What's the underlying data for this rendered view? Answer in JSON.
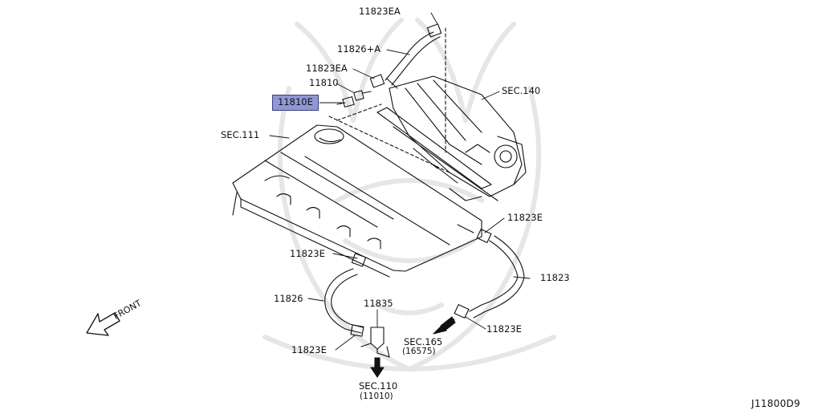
{
  "labels": {
    "p11823EA_top": "11823EA",
    "p11826A": "11826+A",
    "p11823EA_mid": "11823EA",
    "p11810": "11810",
    "p11810E": "11810E",
    "sec111": "SEC.111",
    "sec140": "SEC.140",
    "p11823E_right": "11823E",
    "p11823E_left": "11823E",
    "p11823": "11823",
    "p11826": "11826",
    "p11835": "11835",
    "p11823E_br": "11823E",
    "p11823E_bl": "11823E",
    "sec165": "SEC.165",
    "sec165_code": "(16575)",
    "sec110": "SEC.110",
    "sec110_code": "(11010)",
    "front": "FRONT",
    "diagram_code": "J11800D9"
  },
  "highlight_color": "#8f97d6"
}
